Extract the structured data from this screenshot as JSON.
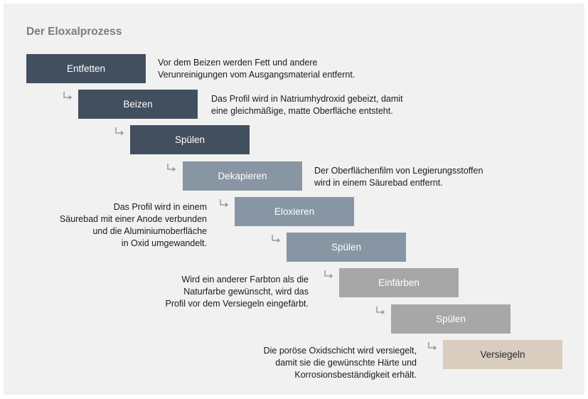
{
  "title": "Der Eloxalprozess",
  "steps": [
    {
      "label": "Entfetten",
      "tone": "dark"
    },
    {
      "label": "Beizen",
      "tone": "dark"
    },
    {
      "label": "Spülen",
      "tone": "dark"
    },
    {
      "label": "Dekapieren",
      "tone": "mid"
    },
    {
      "label": "Eloxieren",
      "tone": "mid"
    },
    {
      "label": "Spülen",
      "tone": "mid"
    },
    {
      "label": "Einfärben",
      "tone": "light"
    },
    {
      "label": "Spülen",
      "tone": "light"
    },
    {
      "label": "Versiegeln",
      "tone": "final"
    }
  ],
  "descriptions": {
    "entfetten": "Vor dem Beizen werden Fett und andere\nVerunreinigungen vom Ausgangsmaterial entfernt.",
    "beizen": "Das Profil wird in Natriumhydroxid gebeizt, damit\neine gleichmäßige, matte Oberfläche entsteht.",
    "dekapieren": "Der Oberflächenfilm von Legierungsstoffen\nwird in einem Säurebad entfernt.",
    "eloxieren": "Das Profil wird in einem\nSäurebad mit einer Anode verbunden\nund die Aluminiumoberfläche\nin Oxid umgewandelt.",
    "einfaerben": "Wird ein anderer Farbton als die\nNaturfarbe gewünscht, wird das\nProfil vor dem Versiegeln eingefärbt.",
    "versiegeln": "Die poröse Oxidschicht wird versiegelt,\ndamit sie die gewünschte Härte und\nKorrosionsbeständigkeit erhält."
  },
  "colors": {
    "dark": "#424f5f",
    "mid": "#8796a2",
    "light": "#a7a7a7",
    "final": "#d8cdbf",
    "connector": "#8c8c8c",
    "panel": "#f1f1f1"
  },
  "icons": {
    "connector": "arrow-down-right-icon"
  }
}
